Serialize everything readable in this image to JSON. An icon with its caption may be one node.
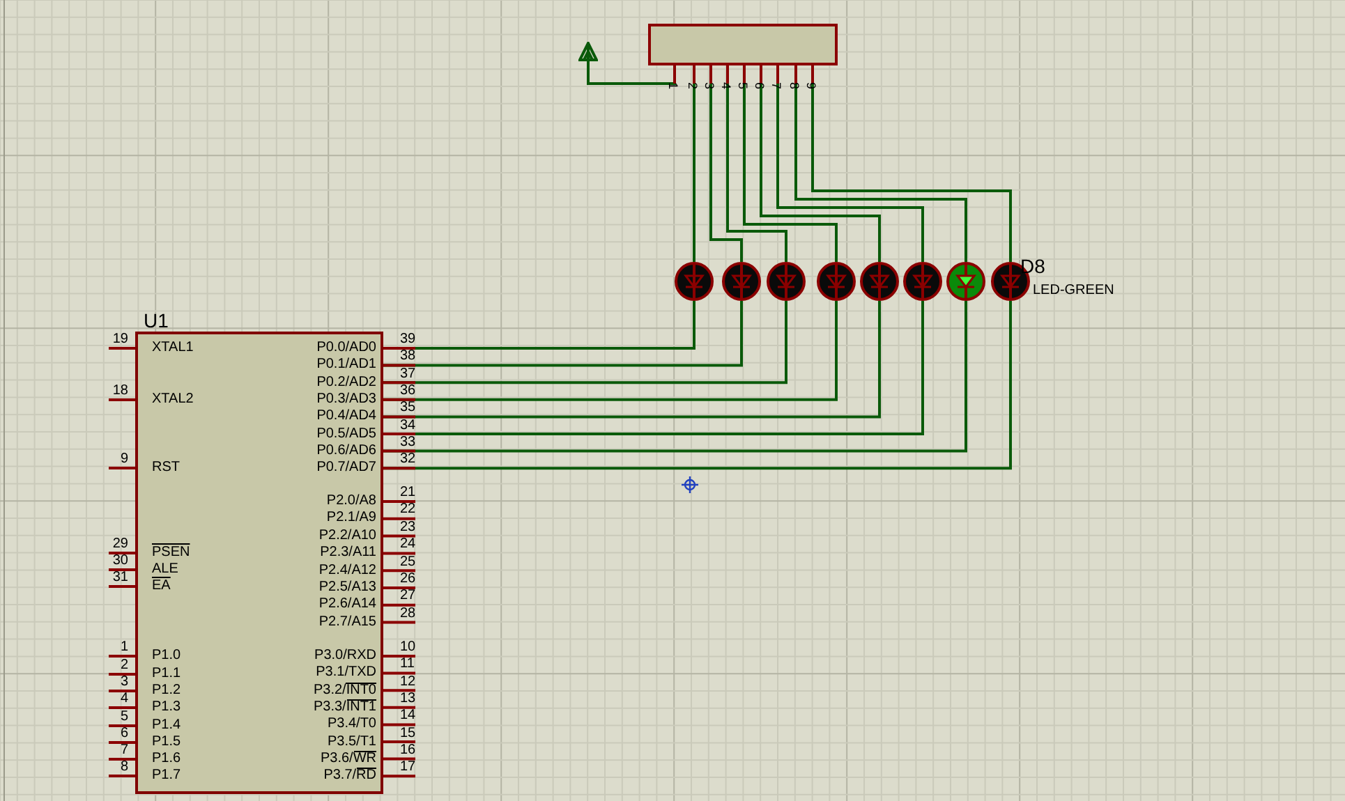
{
  "diagram": {
    "nodes": [
      {
        "text": [],
        "shape": "box"
      },
      {
        "text": [],
        "shape": "circle"
      },
      {
        "text": [],
        "shape": "circle"
      },
      {
        "text": [],
        "shape": "circle"
      },
      {
        "text": [],
        "shape": "circle"
      },
      {
        "text": [],
        "shape": "circle"
      },
      {
        "text": [],
        "shape": "circle"
      },
      {
        "text": [],
        "shape": "circle"
      },
      {
        "text": [],
        "shape": "circle",
        "beside": [
          "D8",
          "LED-GREEN"
        ]
      },
      {
        "text": [
          "U1"
        ]
      }
    ],
    "edges": [
      {
        "from": 0,
        "to": null,
        "arrow": "to"
      },
      {
        "from": 0,
        "to": 1,
        "arrow": "none"
      },
      {
        "from": 0,
        "to": 2,
        "arrow": "none"
      },
      {
        "from": 0,
        "to": 3,
        "arrow": "none"
      },
      {
        "from": 0,
        "to": 4,
        "arrow": "none"
      },
      {
        "from": 0,
        "to": 5,
        "arrow": "none"
      },
      {
        "from": 0,
        "to": 6,
        "arrow": "none"
      },
      {
        "from": 0,
        "to": 7,
        "arrow": "none"
      },
      {
        "from": 0,
        "to": 8,
        "arrow": "none"
      },
      {
        "from": 9,
        "to": 1,
        "arrow": "none"
      },
      {
        "from": 9,
        "to": 2,
        "arrow": "none"
      },
      {
        "from": 9,
        "to": 3,
        "arrow": "none"
      },
      {
        "from": 9,
        "to": 4,
        "arrow": "none"
      },
      {
        "from": 9,
        "to": 5,
        "arrow": "none"
      },
      {
        "from": 9,
        "to": 6,
        "arrow": "none"
      },
      {
        "from": 9,
        "to": 7,
        "arrow": "none"
      },
      {
        "from": 9,
        "to": 8,
        "arrow": "none"
      }
    ],
    "labels": [
      "19",
      "XTAL1",
      "18",
      "XTAL2",
      "9",
      "RST",
      "29",
      "PSEN",
      "30",
      "ALE",
      "31",
      "EA",
      "1",
      "P1.0",
      "2",
      "P1.1",
      "3",
      "P1.2",
      "4",
      "P1.3",
      "5",
      "P1.4",
      "6",
      "P1.5",
      "7",
      "P1.6",
      "8",
      "P1.7",
      "P0.0/AD0",
      "39",
      "P0.1/AD1",
      "38",
      "P0.2/AD2",
      "37",
      "P0.3/AD3",
      "36",
      "P0.4/AD4",
      "35",
      "P0.5/AD5",
      "34",
      "P0.6/AD6",
      "33",
      "P0.7/AD7",
      "32",
      "P2.0/A8",
      "21",
      "P2.1/A9",
      "22",
      "P2.2/A10",
      "23",
      "P2.3/A11",
      "24",
      "P2.4/A12",
      "25",
      "P2.5/A13",
      "26",
      "P2.6/A14",
      "27",
      "P2.7/A15",
      "28",
      "P3.0/RXD",
      "10",
      "P3.1/TXD",
      "11",
      "P3.2/INT0",
      "12",
      "P3.3/INT1",
      "13",
      "P3.4/T0",
      "14",
      "P3.5/T1",
      "15",
      "P3.6/WR",
      "16",
      "P3.7/RD",
      "17",
      "1",
      "2",
      "3",
      "4",
      "5",
      "6",
      "7",
      "8",
      "9"
    ]
  }
}
